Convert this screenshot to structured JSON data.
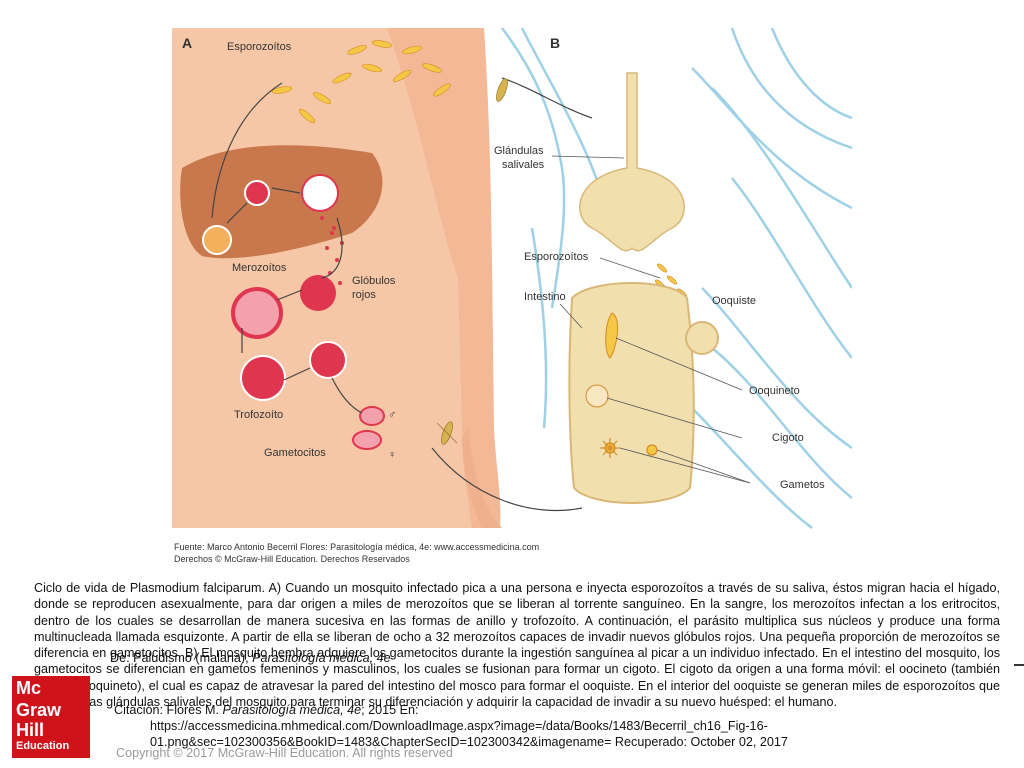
{
  "figure": {
    "panel_a_letter": "A",
    "panel_b_letter": "B",
    "labels": {
      "esporozoitos_a": "Esporozoítos",
      "merozoitos": "Merozoítos",
      "globulos_line1": "Glóbulos",
      "globulos_line2": "rojos",
      "trofozoito": "Trofozoíto",
      "gametocitos": "Gametocitos",
      "glandulas_line1": "Glándulas",
      "glandulas_line2": "salivales",
      "esporozoitos_b": "Esporozoítos",
      "intestino": "Intestino",
      "ooquiste": "Ooquiste",
      "ooquineto": "Ooquineto",
      "cigoto": "Cigoto",
      "gametos": "Gametos",
      "male_symbol": "♂",
      "female_symbol": "♀"
    },
    "source_line1": "Fuente: Marco Antonio Becerril Flores: Parasitología médica, 4e: www.accessmedicina.com",
    "source_line2": "Derechos © McGraw-Hill Education. Derechos Reservados"
  },
  "caption": "Ciclo de vida de Plasmodium falciparum. A) Cuando un mosquito infectado pica a una persona e inyecta esporozoítos a través de su saliva, éstos migran hacia el hígado, donde se reproducen asexualmente, para dar origen a miles de merozoítos que se liberan al torrente sanguíneo. En la sangre, los merozoítos infectan a los eritrocitos, dentro de los cuales se desarrollan de manera sucesiva en las formas de anillo y trofozoíto. A continuación, el parásito multiplica sus núcleos y produce una forma multinucleada llamada esquizonte. A partir de ella se liberan de ocho a 32 merozoítos capaces de invadir nuevos glóbulos rojos. Una pequeña proporción de merozoítos se diferencia en gametocitos. B) El mosquito hembra adquiere los gametocitos durante la ingestión sanguínea al picar a un individuo infectado. En el intestino del mosquito, los gametocitos se diferencian en gametos femeninos y masculinos, los cuales se fusionan para formar un cigoto. El cigoto da origen a una forma móvil: el oocineto (también llamado ooquineto), el cual es capaz de atravesar la pared del intestino del mosco para formar el ooquiste. En el interior del ooquiste se generan miles de esporozoítos que migran a las glándulas salivales del mosquito para terminar su diferenciación y adquirir la capacidad de invadir a su nuevo huésped: el humano.",
  "citation": {
    "line1_prefix": "De: Paludismo (malaria), ",
    "line1_italic": "Parasitología médica, 4e",
    "line2_prefix": "Citación: Flores M. ",
    "line2_italic": "Parasitología médica, 4e",
    "line2_suffix": "; 2015 En:",
    "line3": "https://accessmedicina.mhmedical.com/DownloadImage.aspx?image=/data/Books/1483/Becerril_ch16_Fig-16-",
    "line4": "01.png&sec=102300356&BookID=1483&ChapterSecID=102300342&imagename= Recuperado: October 02, 2017"
  },
  "copyright": "Copyright © 2017 McGraw-Hill Education. All rights reserved",
  "logo": {
    "line1": "Mc",
    "line2": "Graw",
    "line3": "Hill",
    "line4": "Education"
  },
  "colors": {
    "skin": "#f6c7a6",
    "liver": "#c9784d",
    "cell": "#e0354f",
    "mosquito_body": "#f2dfae",
    "nerve_blue": "#9ed1e6",
    "logo_red": "#d0121b"
  }
}
